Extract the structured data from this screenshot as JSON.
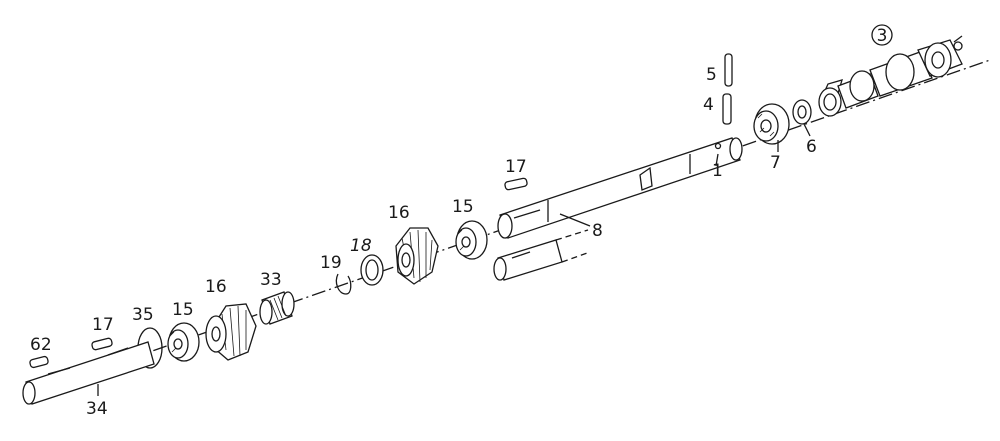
{
  "diagram": {
    "callouts": {
      "c3": "3",
      "c5": "5",
      "c4": "4",
      "c1": "1",
      "c7": "7",
      "c6": "6",
      "c17a": "17",
      "c8": "8",
      "c16a": "16",
      "c15a": "15",
      "c18": "18",
      "c19": "19",
      "c33": "33",
      "c16b": "16",
      "c15b": "15",
      "c35": "35",
      "c17b": "17",
      "c62": "62",
      "c34": "34"
    }
  }
}
